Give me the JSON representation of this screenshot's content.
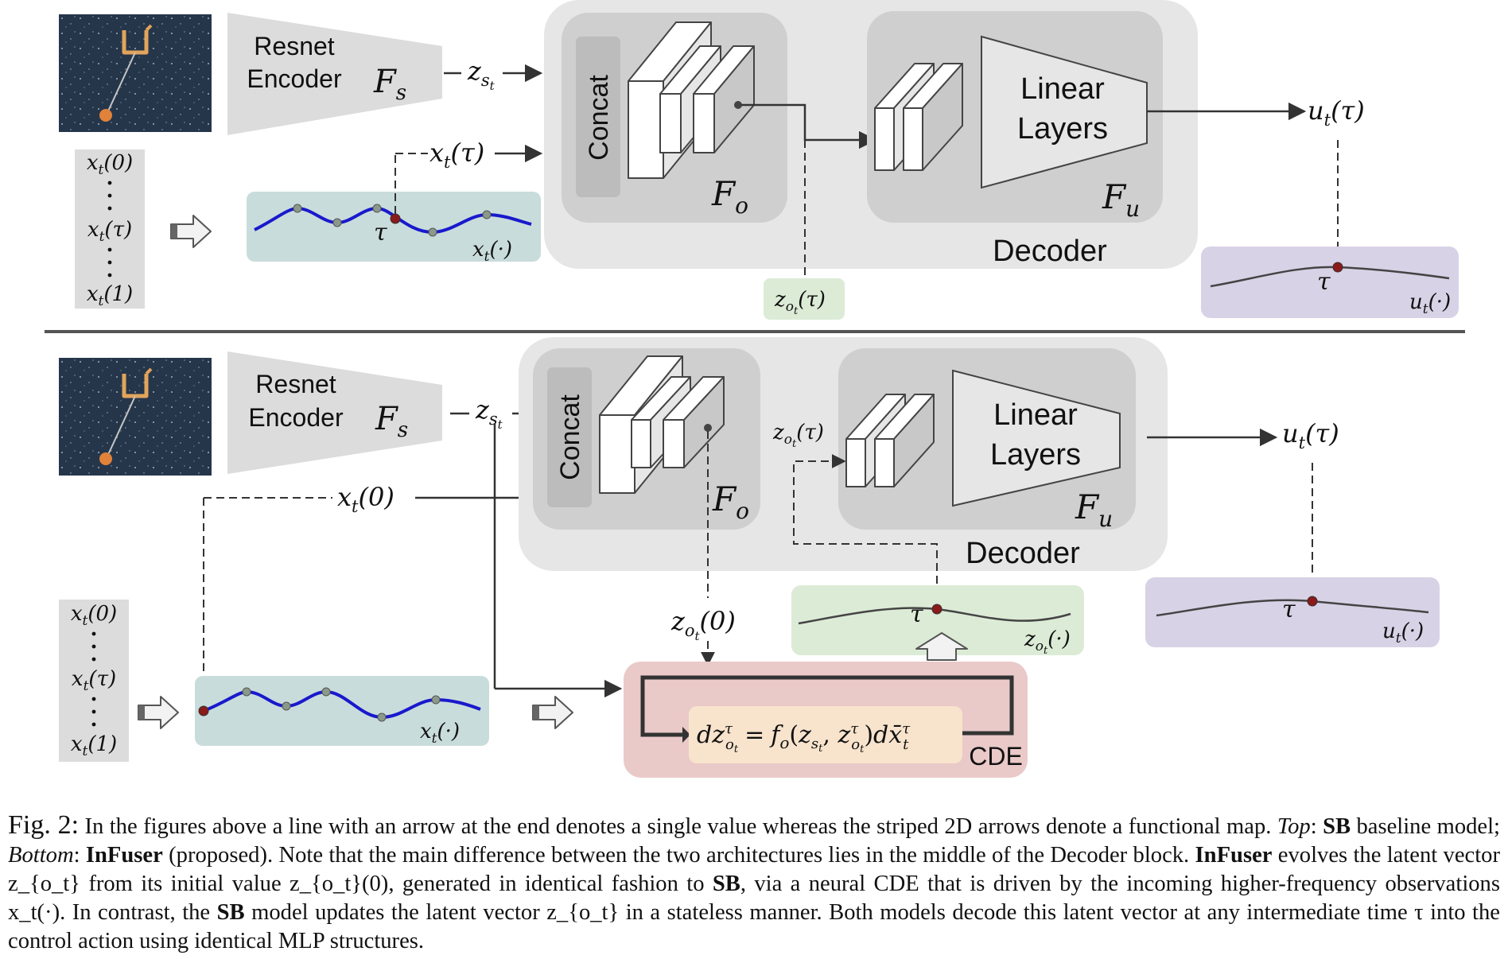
{
  "top": {
    "encoder": {
      "line1": "Resnet",
      "line2": "Encoder",
      "symbol": "F_s"
    },
    "z_st": "z_{s_t}",
    "xt_tau_input": "x_t(τ)",
    "obs_list": [
      "x_t(0)",
      "x_t(τ)",
      "x_t(1)"
    ],
    "concat": "Concat",
    "Fo": "F_o",
    "linear": {
      "line1": "Linear",
      "line2": "Layers"
    },
    "Fu": "F_u",
    "decoder": "Decoder",
    "output": "u_t(τ)",
    "zo_tau": "z_{o_t}(τ)",
    "tau": "τ",
    "xt_dot": "x_t(·)",
    "ut_dot": "u_t(·)"
  },
  "bottom": {
    "encoder": {
      "line1": "Resnet",
      "line2": "Encoder",
      "symbol": "F_s"
    },
    "z_st": "z_{s_t}",
    "xt0_input": "x_t(0)",
    "obs_list": [
      "x_t(0)",
      "x_t(τ)",
      "x_t(1)"
    ],
    "concat": "Concat",
    "Fo": "F_o",
    "linear": {
      "line1": "Linear",
      "line2": "Layers"
    },
    "Fu": "F_u",
    "decoder": "Decoder",
    "zo_tau": "z_{o_t}(τ)",
    "output": "u_t(τ)",
    "zo0": "z_{o_t}(0)",
    "cde_equation": "dz^τ_{o_t} = f_o(z_{s_t}, z^τ_{o_t}) d̄x^τ_t",
    "cde_label": "CDE",
    "tau": "τ",
    "xt_dot": "x_t(·)",
    "zo_dot": "z_{o_t}(·)",
    "ut_dot": "u_t(·)"
  },
  "caption": {
    "fig_label": "Fig. 2:",
    "s1": "In the figures above a line with an arrow at the end denotes a single value whereas the striped 2D arrows denote a functional map.",
    "top_label": "Top",
    "sb": "SB",
    "baseline": "baseline model;",
    "bottom_label": "Bottom",
    "infuser": "InFuser",
    "proposed": "(proposed). Note that the main difference between the two architectures lies in the middle of the Decoder block.",
    "s3": "evolves the latent vector z_{o_t} from its initial value z_{o_t}(0), generated in identical fashion to",
    "s4": ", via a neural CDE that is driven by the incoming higher-frequency observations x_t(·). In contrast, the",
    "s5": "model updates the latent vector z_{o_t} in a stateless manner. Both models decode this latent vector at any intermediate time τ into the control action using identical MLP structures."
  },
  "colors": {
    "decoder_bg": "#e6e6e6",
    "block_bg": "#cfcfcf",
    "obs_bg": "#dcdcdc",
    "signal_panel": "#c9dcdc",
    "latent_panel": "#dcebd6",
    "output_panel": "#d8d2e6",
    "cde_panel": "#eac9c9",
    "equation_bg": "#f8e3cc",
    "signal_line": "#1919cc",
    "sample_point": "#8a9a8a",
    "tau_point": "#8b1a1a",
    "image_bg": "#26364a"
  }
}
